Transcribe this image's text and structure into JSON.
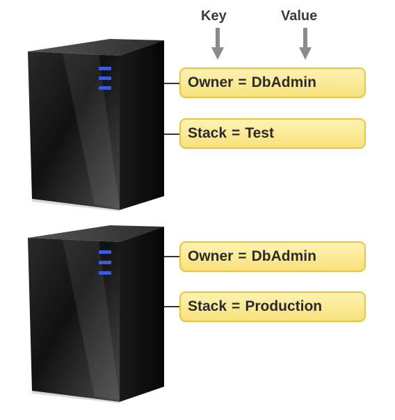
{
  "header": {
    "key_label": "Key",
    "value_label": "Value"
  },
  "servers": [
    {
      "tags": [
        {
          "key": "Owner",
          "separator": "=",
          "value": "DbAdmin"
        },
        {
          "key": "Stack",
          "separator": "=",
          "value": "Test"
        }
      ]
    },
    {
      "tags": [
        {
          "key": "Owner",
          "separator": "=",
          "value": "DbAdmin"
        },
        {
          "key": "Stack",
          "separator": "=",
          "value": "Production"
        }
      ]
    }
  ],
  "colors": {
    "tag_fill": "#f8e27c",
    "tag_border": "#e8c440",
    "server_body": "#0d0d0d",
    "server_lights": "#3b5bdb",
    "arrow": "#8a8a8a"
  }
}
